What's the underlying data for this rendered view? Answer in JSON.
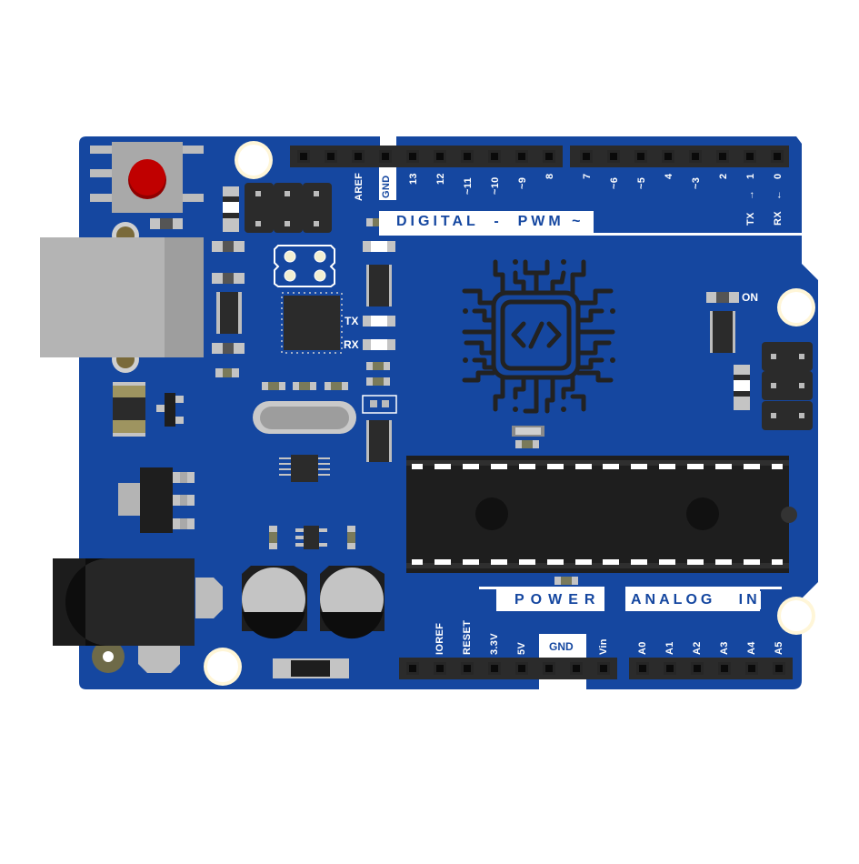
{
  "board": {
    "name": "Arduino Uno style board illustration",
    "colors": {
      "pcb": "#1547a0",
      "header": "#2b2b2b",
      "header_hole": "#111111",
      "silkscreen": "#ffffff",
      "reset_button": "#c00000",
      "chip": "#1e1e1e",
      "usb_port": "#b4b4b4",
      "mount_hole_ring": "#fff6d8",
      "logo_stroke": "#222222"
    }
  },
  "digital_header": {
    "banner": "DIGITAL  -  PWM ~",
    "pins_left": [
      "AREF",
      "GND",
      "13",
      "12",
      "~11",
      "~10",
      "~9",
      "8"
    ],
    "pins_right": [
      "7",
      "~6",
      "~5",
      "4",
      "~3",
      "2",
      "1",
      "0"
    ],
    "tx_arrow": "→",
    "rx_arrow": "←",
    "tx_label": "TX",
    "rx_label": "RX"
  },
  "power_header": {
    "banner": "POWER",
    "pins": [
      "IOREF",
      "RESET",
      "3.3V",
      "5V",
      "GND",
      "Vin"
    ],
    "gnd_label": "GND"
  },
  "analog_header": {
    "banner": "ANALOG   IN",
    "pins": [
      "A0",
      "A1",
      "A2",
      "A3",
      "A4",
      "A5"
    ]
  },
  "labels": {
    "tx": "TX",
    "rx": "RX",
    "on": "ON"
  },
  "logo": {
    "icon": "chip-code-icon",
    "glyph": "</>"
  }
}
